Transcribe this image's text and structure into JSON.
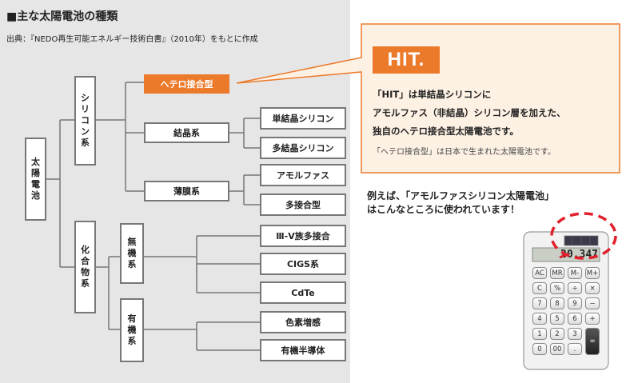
{
  "header": {
    "title": "■主な太陽電池の種類",
    "source": "出典：『NEDO再生可能エネルギー技術白書』（2010年）をもとに作成"
  },
  "tree": {
    "root": "太陽電池",
    "silicon": "シリコン系",
    "compound": "化合物系",
    "hetero": "ヘテロ接合型",
    "crystal": "結晶系",
    "thin": "薄膜系",
    "inorganic": "無機系",
    "organic": "有機系",
    "mono": "単結晶シリコン",
    "poly": "多結晶シリコン",
    "amorphous": "アモルファス",
    "multi": "多接合型",
    "iiiv": "Ⅲ-Ⅴ族多接合",
    "cigs": "CIGS系",
    "cdte": "CdTe",
    "dye": "色素増感",
    "organic_semi": "有機半導体"
  },
  "callout": {
    "logo": "HIT.",
    "line1": "「HIT」は単結晶シリコンに",
    "line2": "アモルファス（非結晶）シリコン層を加えた、",
    "line3": "独自のヘテロ接合型太陽電池です。",
    "note": "「ヘテロ接合型」は日本で生まれた太陽電池です。",
    "accent_color": "#ec7a2b",
    "bg_color": "#fdf1e4"
  },
  "example": {
    "line1": "例えば、「アモルファスシリコン太陽電池」",
    "line2": "はこんなところに使われています！",
    "highlight_color": "#e0202a"
  },
  "calculator": {
    "display": "20.347",
    "keys": [
      [
        "AC",
        "MR",
        "M-",
        "M+"
      ],
      [
        "C",
        "%",
        "÷",
        "×"
      ],
      [
        "7",
        "8",
        "9",
        "−"
      ],
      [
        "4",
        "5",
        "6",
        "+"
      ],
      [
        "1",
        "2",
        "3",
        "="
      ],
      [
        "0",
        "00",
        ".",
        ""
      ]
    ]
  }
}
